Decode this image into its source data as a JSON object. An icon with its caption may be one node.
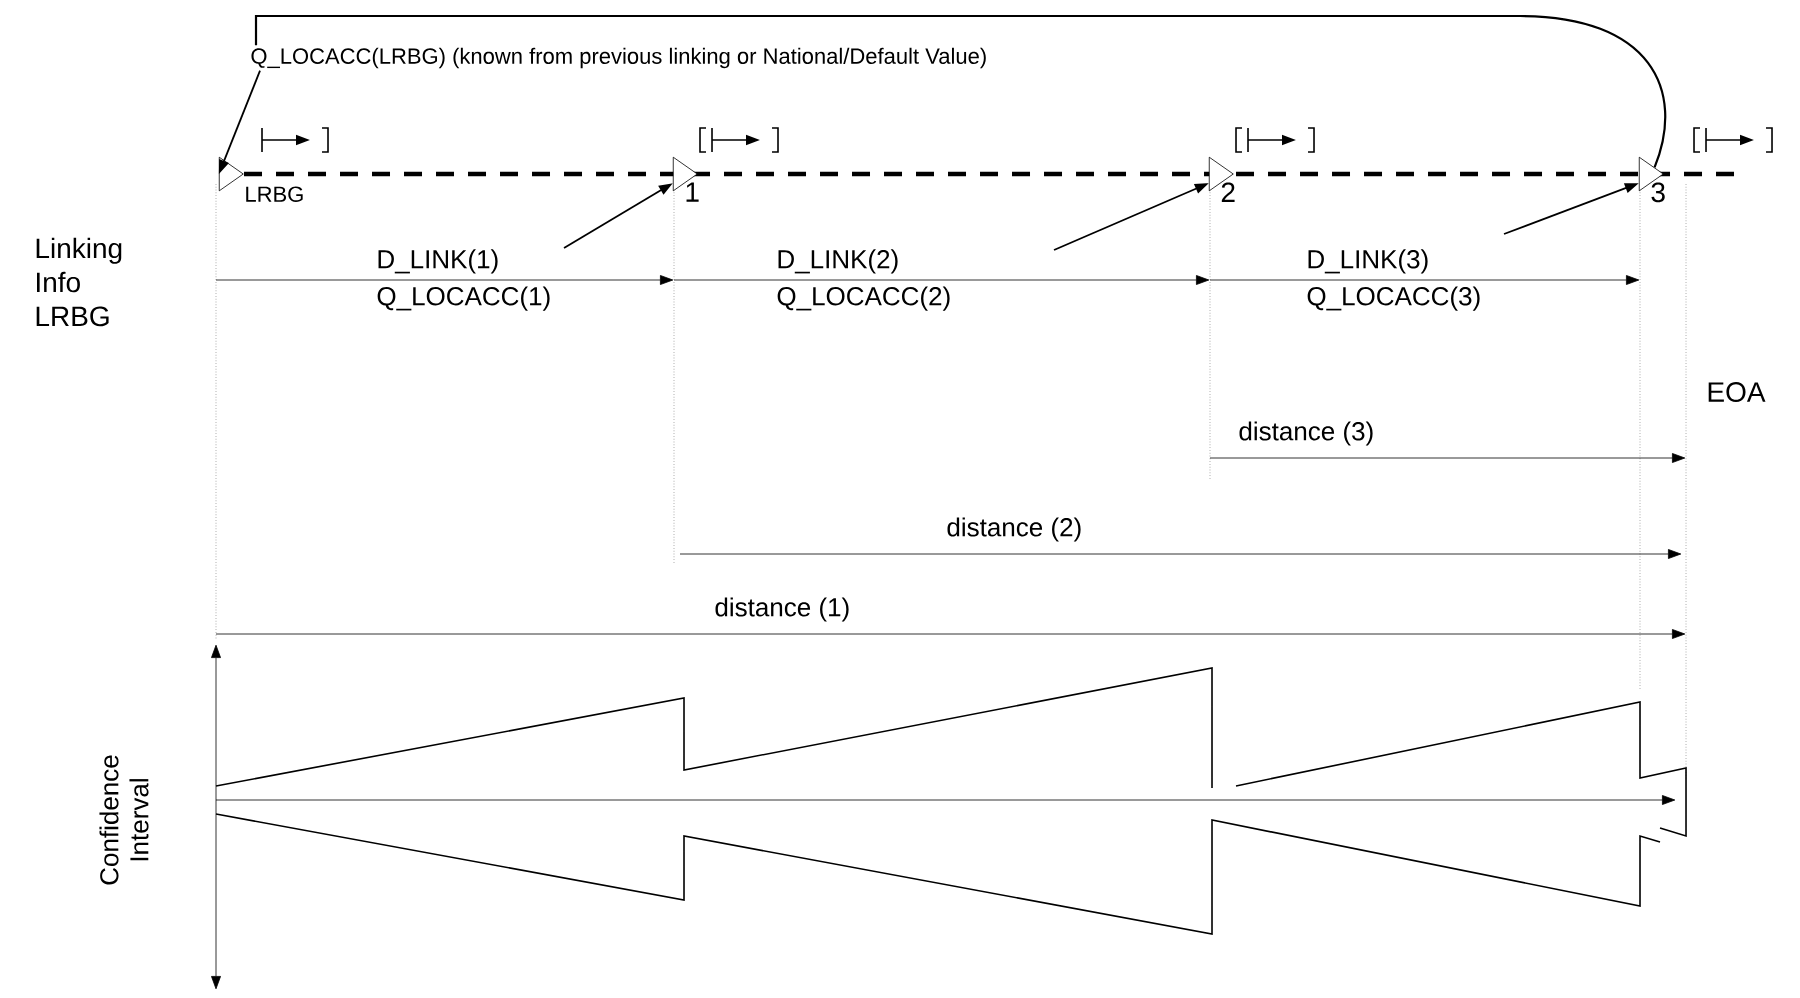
{
  "diagram": {
    "nodes": [
      {
        "text": [
          "Q_LOCACC(LRBG) (known from previous linking or National/Default Value)"
        ]
      },
      {
        "text": [],
        "shape": "triangle",
        "beside": [
          "LRBG"
        ]
      },
      {
        "text": [],
        "shape": "triangle",
        "beside": [
          "1"
        ]
      },
      {
        "text": [],
        "shape": "triangle",
        "beside": [
          "2"
        ]
      },
      {
        "text": [],
        "shape": "triangle",
        "beside": [
          "3"
        ]
      }
    ],
    "edges": [
      {
        "from": 0,
        "to": 1,
        "arrow": "to"
      },
      {
        "from": 0,
        "to": 4,
        "arrow": "none"
      },
      {
        "from": null,
        "to": 2,
        "arrow": "to"
      },
      {
        "from": null,
        "to": 3,
        "arrow": "to"
      },
      {
        "from": null,
        "to": 4,
        "arrow": "to"
      }
    ],
    "labels": [
      "Linking Info LRBG",
      "D_LINK(1)",
      "Q_LOCACC(1)",
      "D_LINK(2)",
      "Q_LOCACC(2)",
      "D_LINK(3)",
      "Q_LOCACC(3)",
      "EOA",
      "distance (3)",
      "distance (2)",
      "distance (1)",
      "Confidence Interval"
    ]
  }
}
